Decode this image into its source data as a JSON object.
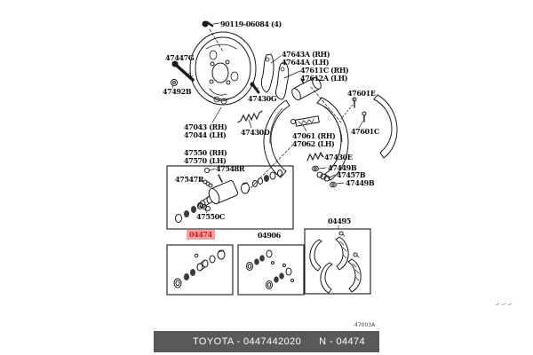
{
  "diagram": {
    "figure_code": "47003A",
    "callouts": {
      "bolt_top": "90119-06084 (4)",
      "p47447g": "47447G",
      "p47492b": "47492B",
      "p47043": "47043 (RH)",
      "p47044": "47044 (LH)",
      "p47430g": "47430G",
      "p47430d": "47430D",
      "p47643a": "47643A (RH)",
      "p47644a": "47644A (LH)",
      "p47611c": "47611C (RH)",
      "p47612a": "47612A (LH)",
      "p47601e": "47601E",
      "p47601c": "47601C",
      "p47061": "47061 (RH)",
      "p47062": "47062 (LH)",
      "p47430e": "47430E",
      "p47449b_1": "47449B",
      "p47457b": "47457B",
      "p47449b_2": "47449B",
      "p47550": "47550 (RH)",
      "p47570": "47570 (LH)",
      "p47548r": "47548R",
      "p47547r": "47547R",
      "p47550c": "47550C",
      "kit_cylinder": "04474",
      "kit_cup": "04906",
      "kit_shoe": "04495"
    },
    "highlighted_part": "04474",
    "colors": {
      "line": "#1a1a1a",
      "highlight_bg": "#f2a0a0",
      "highlight_text": "#c42020",
      "footer_bg": "#595959",
      "footer_text": "#ffffff"
    }
  },
  "footer": {
    "brand_part": "TOYOTA - 0447442020",
    "number": "N - 04474"
  }
}
